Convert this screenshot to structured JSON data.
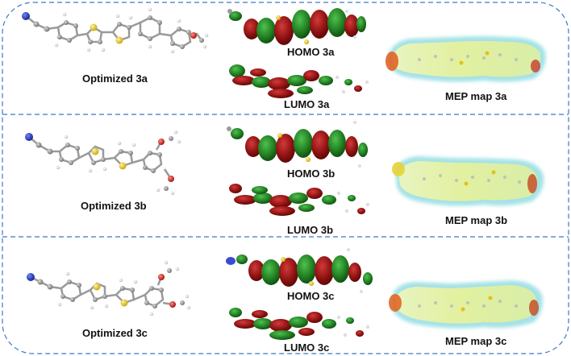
{
  "rows": [
    {
      "optimized_label": "Optimized 3a",
      "homo_label": "HOMO 3a",
      "lumo_label": "LUMO 3a",
      "mep_label": "MEP map 3a"
    },
    {
      "optimized_label": "Optimized 3b",
      "homo_label": "HOMO 3b",
      "lumo_label": "LUMO 3b",
      "mep_label": "MEP map 3b"
    },
    {
      "optimized_label": "Optimized 3c",
      "homo_label": "HOMO 3c",
      "lumo_label": "LUMO 3c",
      "mep_label": "MEP map 3c"
    }
  ],
  "colors": {
    "frame_dash": "#3a78c8",
    "orbital_red": "#8b1010",
    "orbital_green": "#1f7a1f",
    "carbon": "#8a8a8a",
    "hydrogen": "#e0e0e0",
    "sulfur": "#e2c21a",
    "nitrogen": "#1a2fbf",
    "oxygen": "#d0201a",
    "mep_surface": "#d9ef9a",
    "mep_edge": "#7fd3d8"
  }
}
